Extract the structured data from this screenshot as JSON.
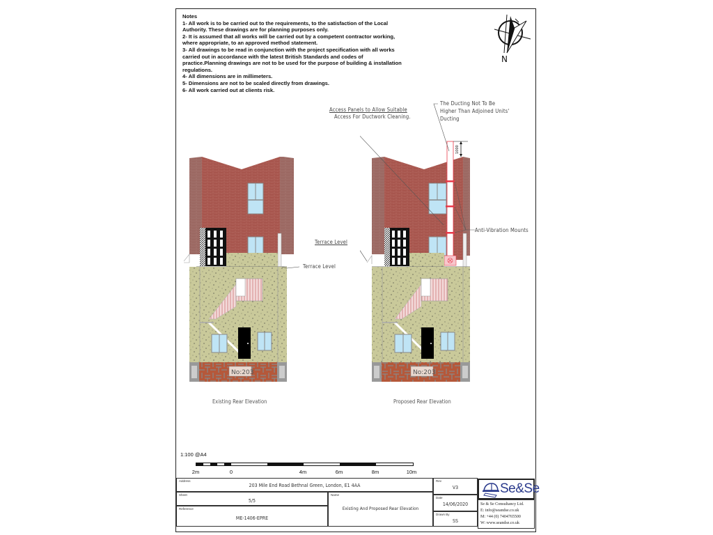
{
  "notes": {
    "heading": "Notes",
    "items": [
      "1- All work is to be carried out to the requirements, to the satisfaction of the Local Authority. These drawings are for planning purposes only.",
      "2- It is assumed that all works will be carried out by a competent contractor working, where appropriate, to an approved method statement.",
      "3- All drawings to be read in conjunction with the project specification with all works carried out in accordance with the latest British Standards and codes of practice.Planning drawings are not to be used for the purpose of building & installation regulations.",
      "4- All dimensions are in millimeters.",
      "5- Dimensions are not to be scaled directly from drawings.",
      "6- All work carried out at clients risk."
    ]
  },
  "compass": {
    "icon": "north-arrow-icon",
    "label": "N"
  },
  "existing": {
    "caption": "Existing Rear Elevation",
    "terrace_label": "Terrace Level",
    "house_number": "No:203"
  },
  "proposed": {
    "caption": "Proposed Rear Elevation",
    "terrace_label": "Terrace Level",
    "house_number": "No:203",
    "access_panels_line1": "Access Panels to Allow Suitable",
    "access_panels_line2": "Access For Ductwork Cleaning.",
    "ducting_line1": "The Ducting Not To Be",
    "ducting_line2": "Higher Than Adjoined Units'",
    "ducting_line3": "Ducting",
    "dimension": "1000",
    "mounts_label": "Anti-Vibration Mounts"
  },
  "scale": {
    "label": "1:100 @A4",
    "ticks": [
      "2m",
      "0",
      "4m",
      "6m",
      "8m",
      "10m"
    ]
  },
  "title_block": {
    "address_label": "Address",
    "address": "203 Mile End Road Bethnal Green, London, E1 4AA",
    "sheet_label": "Sheet",
    "sheet": "5/5",
    "reference_label": "Reference",
    "reference": "ME-1406-EPRE",
    "name_label": "Name",
    "name": "Existing And Proposed Rear Elevation",
    "rev_label": "Rev",
    "rev": "V3",
    "date_label": "Date",
    "date": "14/06/2020",
    "drawn_label": "Drawn By",
    "drawn": "SS"
  },
  "company": {
    "brand": "Se&Se",
    "name": "Se & Se Consultancy Ltd.",
    "email": "E: info@seandse.co.uk",
    "phone": "M: +44 (0) 7404765500",
    "web": "W: www.seandse.co.uk"
  },
  "colors": {
    "brick": "#a5524a",
    "brick_side": "#9a6660",
    "render": "#c9c99a",
    "paving": "#b5583a",
    "glass": "#bfe4f5",
    "duct": "#e83a4a",
    "brand": "#2a3a8c"
  }
}
